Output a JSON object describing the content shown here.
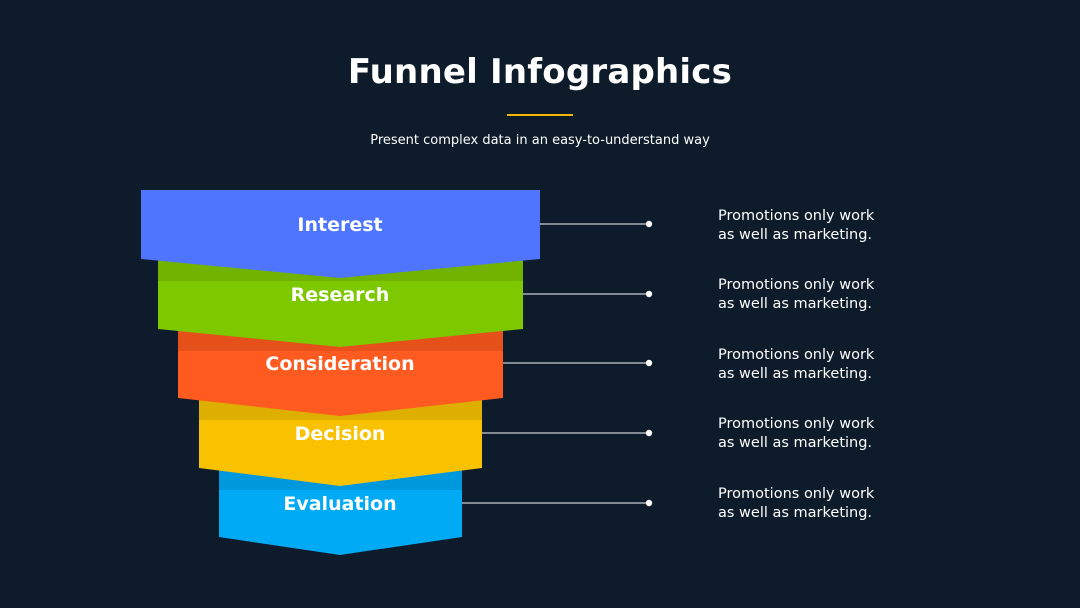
{
  "slide": {
    "title": "Funnel Infographics",
    "subtitle": "Present complex data in an easy-to-understand way"
  },
  "colors": {
    "background": "#0d1b2a",
    "accent_underline": "#f2b705",
    "connector": "#c8ccd2"
  },
  "stages": [
    {
      "label": "Interest",
      "color": "#4f75ff",
      "description": [
        "Promotions only work",
        "as well as marketing."
      ]
    },
    {
      "label": "Research",
      "color": "#7ec800",
      "description": [
        "Promotions only work",
        "as well as marketing."
      ]
    },
    {
      "label": "Consideration",
      "color": "#ff5a1f",
      "description": [
        "Promotions only work",
        "as well as marketing."
      ]
    },
    {
      "label": "Decision",
      "color": "#f8c200",
      "description": [
        "Promotions only work",
        "as well as marketing."
      ]
    },
    {
      "label": "Evaluation",
      "color": "#00aaf5",
      "description": [
        "Promotions only work",
        "as well as marketing."
      ]
    }
  ]
}
